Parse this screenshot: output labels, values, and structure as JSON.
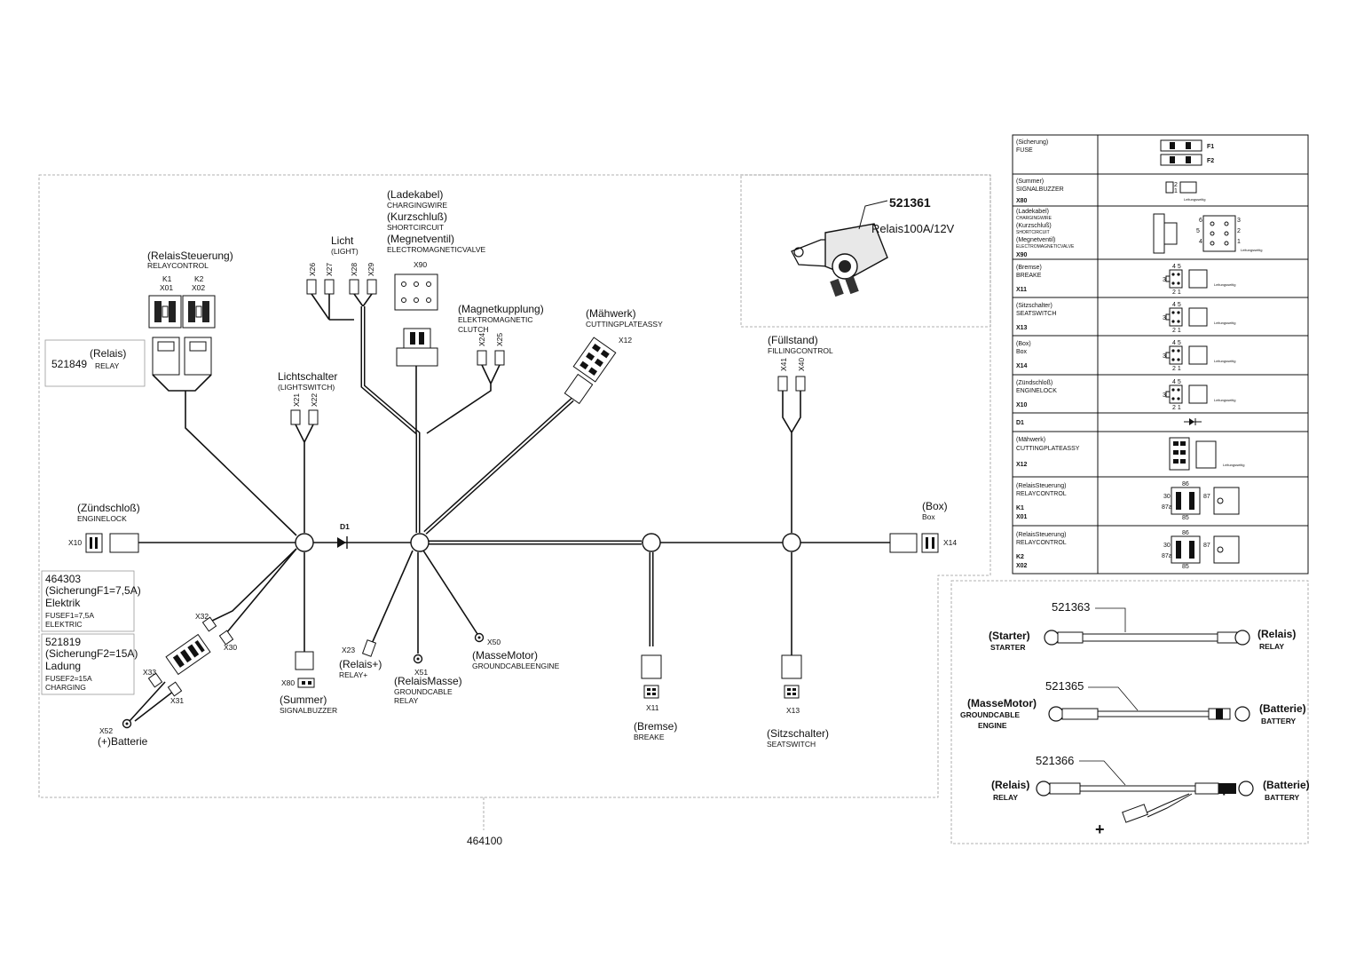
{
  "assembly_number": "464100",
  "relay_inset": {
    "part": "521361",
    "label": "Relais100A/12V"
  },
  "relay_control": {
    "title": "(RelaisSteuerung)",
    "subtitle": "RELAYCONTROL",
    "k1": "K1",
    "x01": "X01",
    "k2": "K2",
    "x02": "X02"
  },
  "relay_box": {
    "part": "521849",
    "title": "(Relais)",
    "subtitle": "RELAY"
  },
  "charging": {
    "t1": "(Ladekabel)",
    "s1": "CHARGINGWIRE",
    "t2": "(Kurzschluß)",
    "s2": "SHORTCIRCUIT",
    "t3": "(Megnetventil)",
    "s3": "ELECTROMAGNETICVALVE",
    "conn": "X90"
  },
  "light": {
    "title": "Licht",
    "subtitle": "(LIGHT)",
    "x26": "X26",
    "x27": "X27",
    "x28": "X28",
    "x29": "X29"
  },
  "clutch": {
    "title": "(Magnetkupplung)",
    "s1": "ELEKTROMAGNETIC",
    "s2": "CLUTCH",
    "x24": "X24",
    "x25": "X25"
  },
  "mower": {
    "title": "(Mähwerk)",
    "subtitle": "CUTTINGPLATEASSY",
    "conn": "X12"
  },
  "fill": {
    "title": "(Füllstand)",
    "subtitle": "FILLINGCONTROL",
    "x41": "X41",
    "x40": "X40"
  },
  "light_switch": {
    "title": "Lichtschalter",
    "subtitle": "(LIGHTSWITCH)",
    "x21": "X21",
    "x22": "X22"
  },
  "ignition": {
    "title": "(Zündschloß)",
    "subtitle": "ENGINELOCK",
    "conn": "X10"
  },
  "diode": "D1",
  "box": {
    "title": "(Box)",
    "subtitle": "Box",
    "conn": "X14"
  },
  "fuse1": {
    "part": "464303",
    "t1": "(SicherungF1=7,5A)",
    "t2": "Elektrik",
    "s1": "FUSEF1=7,5A",
    "s2": "ELEKTRIC"
  },
  "fuse2": {
    "part": "521819",
    "t1": "(SicherungF2=15A)",
    "t2": "Ladung",
    "s1": "FUSEF2=15A",
    "s2": "CHARGING"
  },
  "fuse_conns": {
    "x32": "X32",
    "x30": "X30",
    "x33": "X33",
    "x31": "X31"
  },
  "battery": {
    "conn": "X52",
    "title": "(+)Batterie"
  },
  "relay_plus": {
    "conn": "X23",
    "title": "(Relais+)",
    "subtitle": "RELAY+"
  },
  "relay_ground": {
    "conn": "X51",
    "title": "(RelaisMasse)",
    "s1": "GROUNDCABLE",
    "s2": "RELAY"
  },
  "engine_ground": {
    "conn": "X50",
    "title": "(MasseMotor)",
    "subtitle": "GROUNDCABLEENGINE"
  },
  "buzzer": {
    "conn": "X80",
    "title": "(Summer)",
    "subtitle": "SIGNALBUZZER"
  },
  "brake": {
    "conn": "X11",
    "title": "(Bremse)",
    "subtitle": "BREAKE"
  },
  "seat": {
    "conn": "X13",
    "title": "(Sitzschalter)",
    "subtitle": "SEATSWITCH"
  },
  "legend": {
    "rows": [
      {
        "lines": [
          "(Sicherung)",
          "FUSE"
        ],
        "code": "",
        "marks": [
          "F1",
          "F2"
        ]
      },
      {
        "lines": [
          "(Summer)",
          "SIGNALBUZZER"
        ],
        "code": "X80",
        "marks": [
          "2",
          "1"
        ],
        "note": "Leitungsseitig"
      },
      {
        "lines": [
          "(Ladekabel)",
          "CHARGINGWIRE",
          "(Kurzschluß)",
          "SHORTCIRCUIT",
          "(Megnetventil)",
          "ELECTROMAGNETICVALVE"
        ],
        "code": "X90",
        "marks": [
          "6",
          "5",
          "4",
          "3",
          "2",
          "1"
        ],
        "note": "Leitungsseitig"
      },
      {
        "lines": [
          "(Bremse)",
          "BREAKE"
        ],
        "code": "X11",
        "marks": [
          "4 5",
          "3",
          "2 1"
        ],
        "note": "Leitungsseitig"
      },
      {
        "lines": [
          "(Sitzschalter)",
          "SEATSWITCH"
        ],
        "code": "X13",
        "marks": [
          "4 5",
          "3",
          "2 1"
        ],
        "note": "Leitungsseitig"
      },
      {
        "lines": [
          "(Box)",
          "Box"
        ],
        "code": "X14",
        "marks": [
          "4 5",
          "3",
          "2 1"
        ],
        "note": "Leitungsseitig"
      },
      {
        "lines": [
          "(Zündschloß)",
          "ENGINELOCK"
        ],
        "code": "X10",
        "marks": [
          "4 5",
          "3",
          "2 1"
        ],
        "note": "Leitungsseitig"
      },
      {
        "lines": [],
        "code": "D1",
        "marks": []
      },
      {
        "lines": [
          "(Mähwerk)",
          "CUTTINGPLATEASSY"
        ],
        "code": "X12",
        "marks": [],
        "note": "Leitungsseitig"
      },
      {
        "lines": [
          "(RelaisSteuerung)",
          "RELAYCONTROL"
        ],
        "code": "K1",
        "code2": "X01",
        "marks": [
          "86",
          "30",
          "87",
          "87a",
          "85"
        ]
      },
      {
        "lines": [
          "(RelaisSteuerung)",
          "RELAYCONTROL"
        ],
        "code": "K2",
        "code2": "X02",
        "marks": [
          "86",
          "30",
          "87",
          "87a",
          "85"
        ]
      }
    ]
  },
  "cables": {
    "c1": {
      "part": "521363",
      "left": "(Starter)",
      "left_sub": "STARTER",
      "right": "(Relais)",
      "right_sub": "RELAY"
    },
    "c2": {
      "part": "521365",
      "left": "(MasseMotor)",
      "left_sub1": "GROUNDCABLE",
      "left_sub2": "ENGINE",
      "right": "(Batterie)",
      "right_sub": "BATTERY"
    },
    "c3": {
      "part": "521366",
      "left": "(Relais)",
      "left_sub": "RELAY",
      "right": "(Batterie)",
      "right_sub": "BATTERY",
      "plus": "+"
    }
  }
}
